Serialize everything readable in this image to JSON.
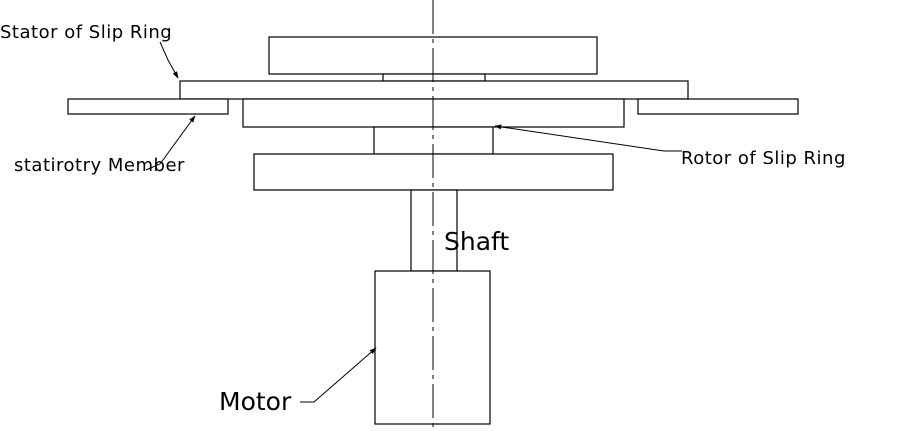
{
  "labels": {
    "stator": "Stator of Slip Ring",
    "stationary": "statirotry Member",
    "rotor": "Rotor of Slip Ring",
    "shaft": "Shaft",
    "motor": "Motor"
  },
  "colors": {
    "line": "#000000",
    "background": "#ffffff"
  }
}
